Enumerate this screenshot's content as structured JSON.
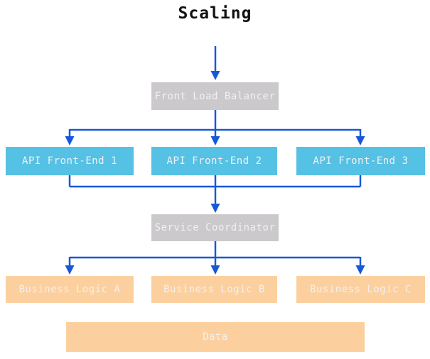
{
  "title": "Scaling",
  "colors": {
    "arrow": "#1758d8",
    "api_box": "#55c1e4",
    "coordinator_box": "#cbc9cb",
    "logic_box": "#fcd09e",
    "box_text": "#f2f0f2",
    "title_text": "#111111",
    "page_bg": "#ffffff"
  },
  "nodes": {
    "front_load_balancer": {
      "label": "Front Load Balancer"
    },
    "api_front_ends": [
      {
        "label": "API Front-End 1"
      },
      {
        "label": "API Front-End 2"
      },
      {
        "label": "API Front-End 3"
      }
    ],
    "service_coordinator": {
      "label": "Service Coordinator"
    },
    "business_logic": [
      {
        "label": "Business Logic A"
      },
      {
        "label": "Business Logic B"
      },
      {
        "label": "Business Logic C"
      }
    ],
    "data_store": {
      "label": "Data"
    }
  }
}
